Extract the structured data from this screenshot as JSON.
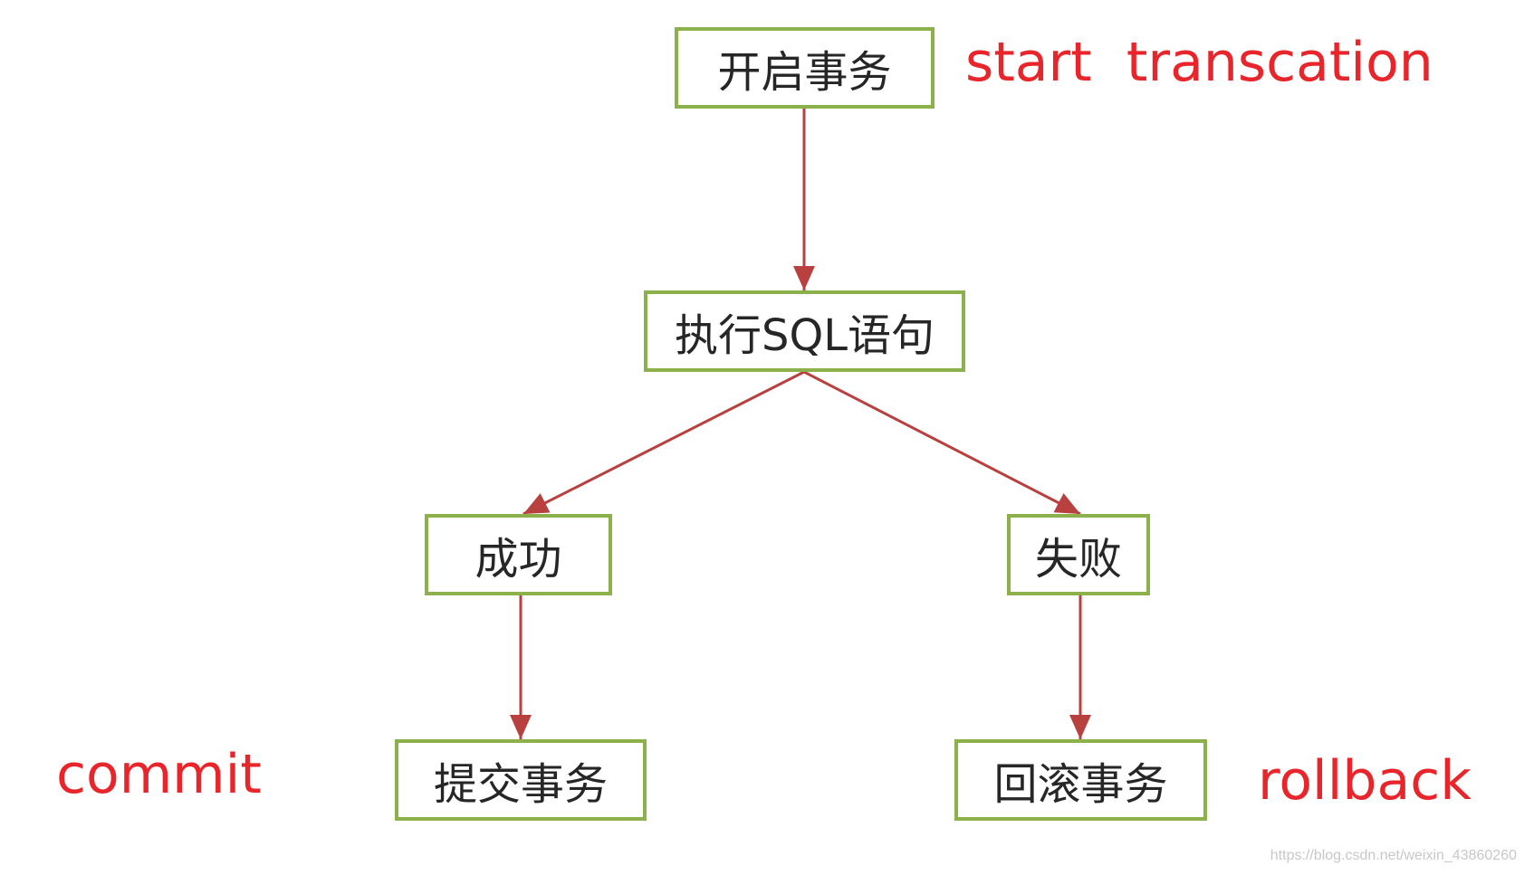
{
  "nodes": {
    "start": "开启事务",
    "execute": "执行SQL语句",
    "success": "成功",
    "failure": "失败",
    "commit": "提交事务",
    "rollback": "回滚事务"
  },
  "keywords": {
    "start": "start  transcation",
    "commit": "commit",
    "rollback": "rollback"
  },
  "watermark": "https://blog.csdn.net/weixin_43860260",
  "colors": {
    "node_border": "#8cb04a",
    "arrow": "#b8403f",
    "keyword": "#e8252b",
    "node_text": "#262626"
  },
  "edges": [
    {
      "from": "start",
      "to": "execute"
    },
    {
      "from": "execute",
      "to": "success"
    },
    {
      "from": "execute",
      "to": "failure"
    },
    {
      "from": "success",
      "to": "commit"
    },
    {
      "from": "failure",
      "to": "rollback"
    }
  ]
}
